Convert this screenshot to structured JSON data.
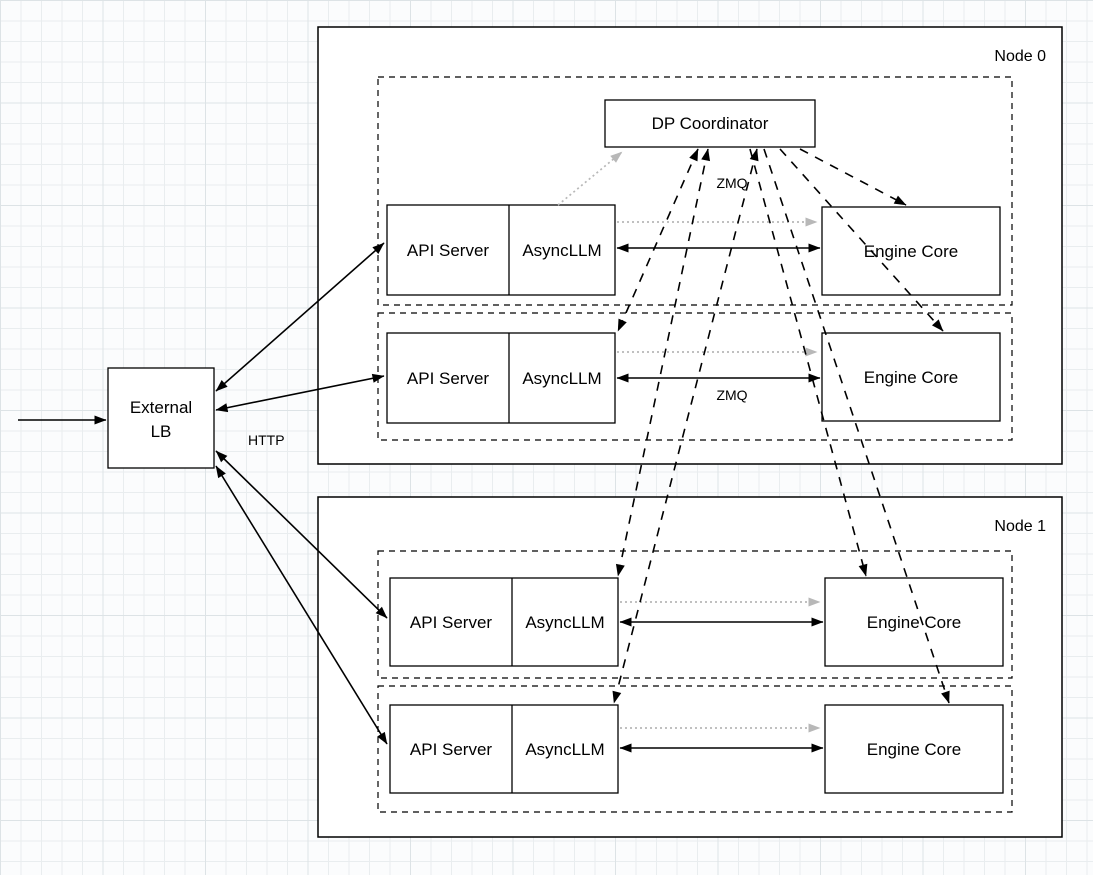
{
  "diagram": {
    "external_lb": {
      "line1": "External",
      "line2": "LB"
    },
    "labels": {
      "http": "HTTP",
      "zmq_top": "ZMQ",
      "zmq_mid": "ZMQ"
    },
    "coordinator": {
      "label": "DP Coordinator"
    },
    "nodes": [
      {
        "label": "Node 0",
        "groups": [
          {
            "api_server": "API Server",
            "asyncllm": "AsyncLLM",
            "engine_core": "Engine Core"
          },
          {
            "api_server": "API Server",
            "asyncllm": "AsyncLLM",
            "engine_core": "Engine Core"
          }
        ]
      },
      {
        "label": "Node 1",
        "groups": [
          {
            "api_server": "API Server",
            "asyncllm": "AsyncLLM",
            "engine_core": "Engine Core"
          },
          {
            "api_server": "API Server",
            "asyncllm": "AsyncLLM",
            "engine_core": "Engine Core"
          }
        ]
      }
    ],
    "colors": {
      "background": "#fbfcfd",
      "grid_minor": "#e9edef",
      "grid_major": "#dde3e6",
      "box_fill": "#ffffff",
      "stroke": "#000000",
      "dotted_gray": "#b8b8b8"
    }
  }
}
